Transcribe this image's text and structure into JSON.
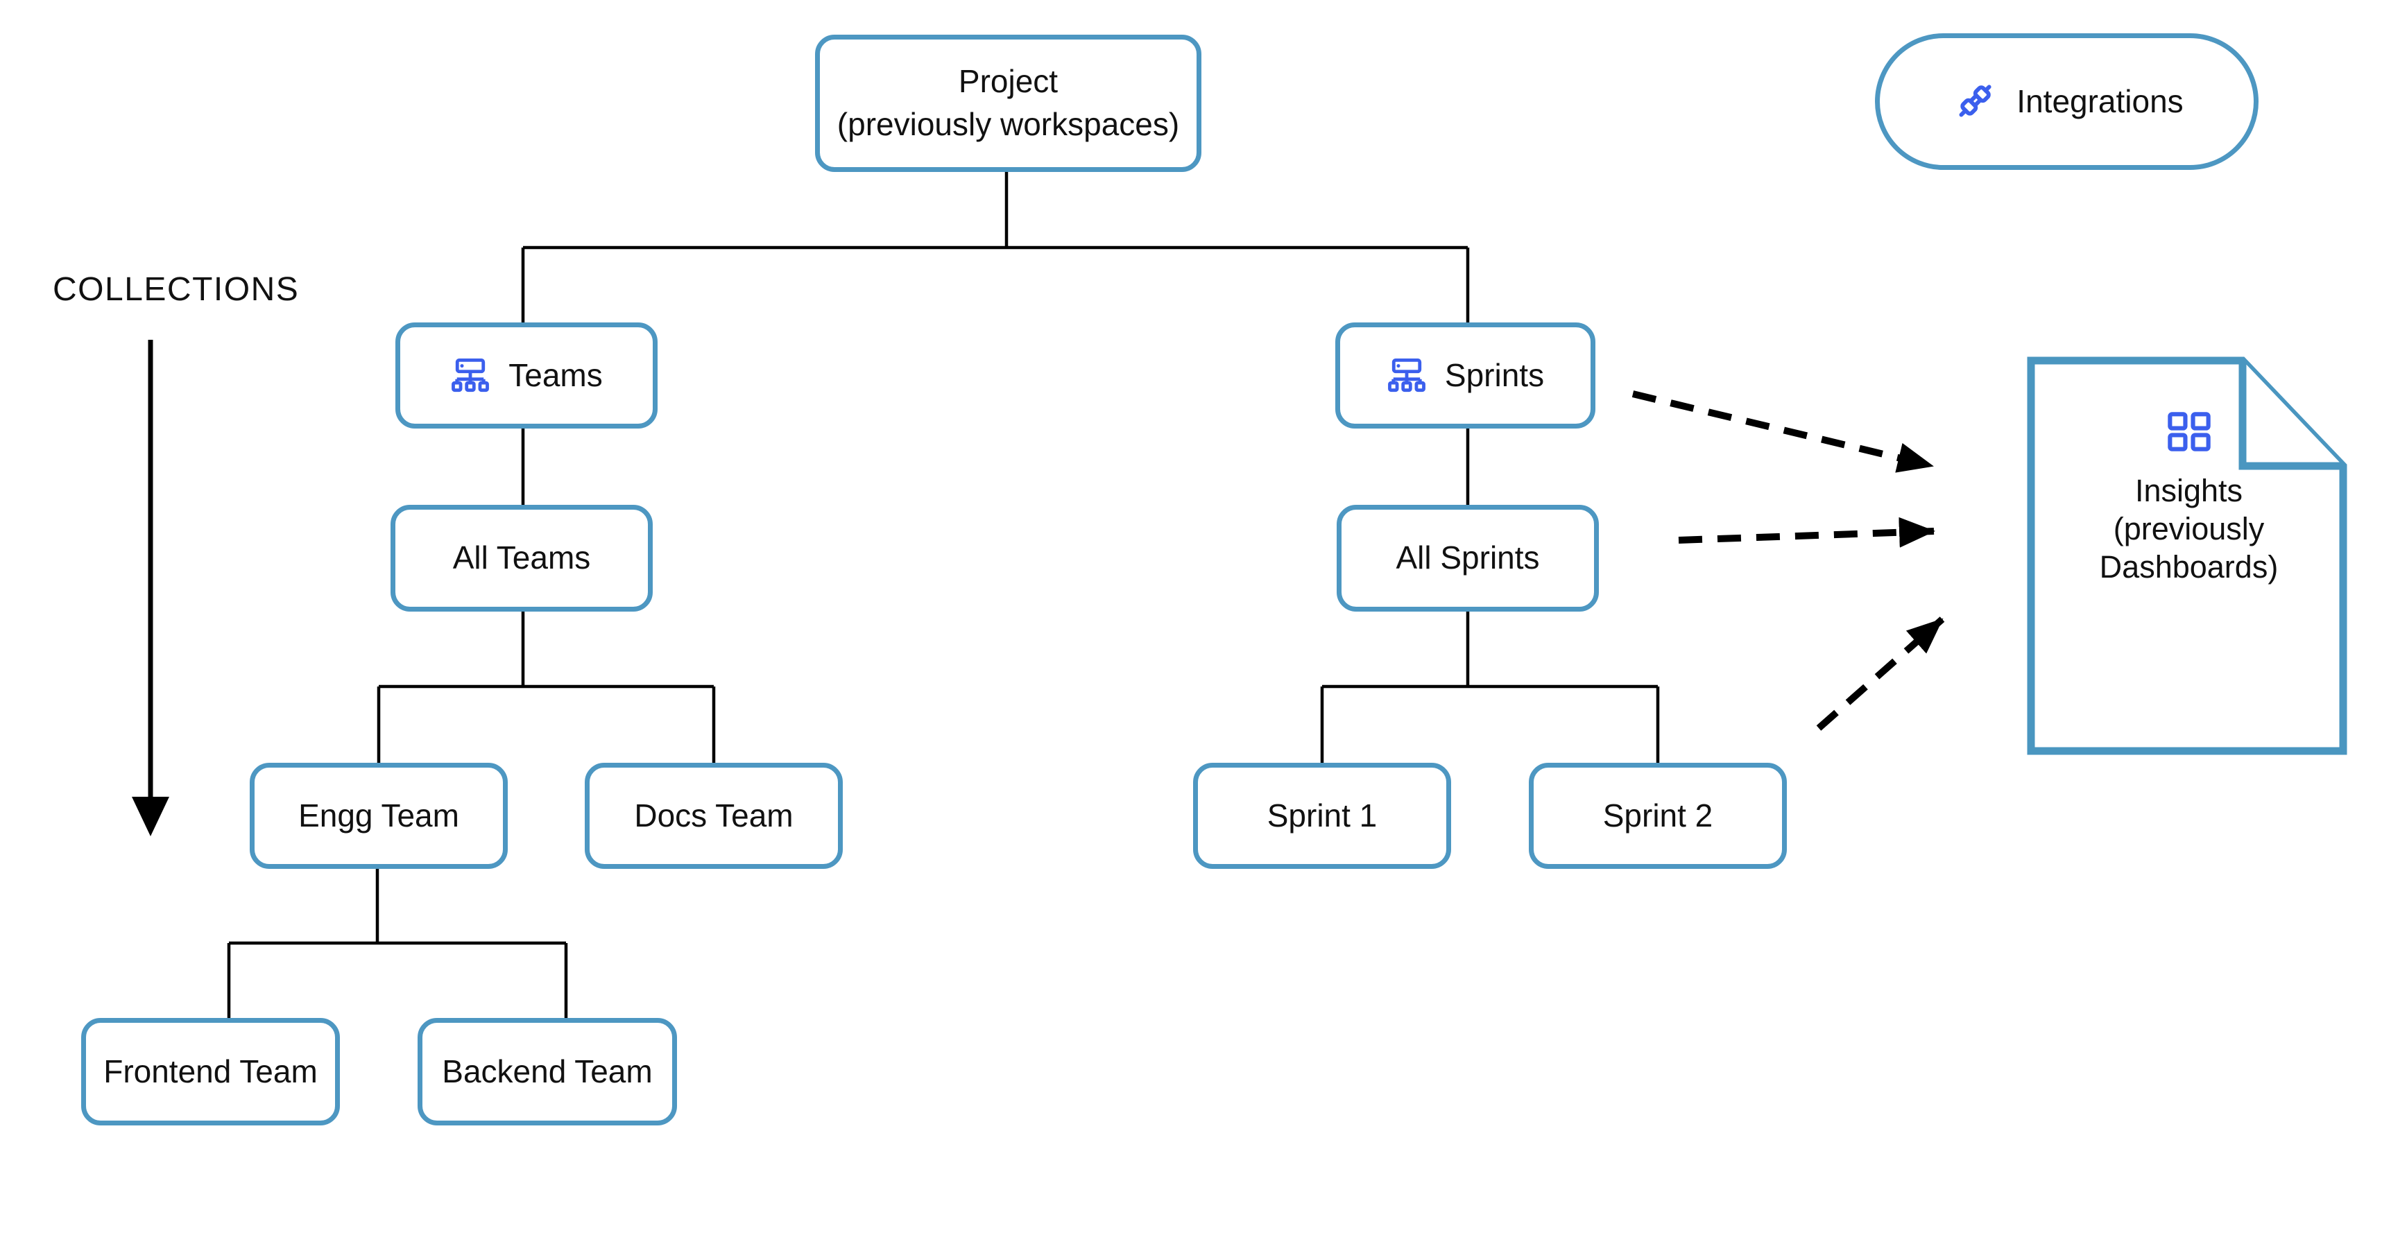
{
  "colors": {
    "box_border": "#4d97c2",
    "doc_border": "#4a96c0",
    "icon_blue": "#3b5fed",
    "connector": "#000000",
    "text": "#111111"
  },
  "collections": {
    "label": "COLLECTIONS"
  },
  "integrations": {
    "label": "Integrations",
    "icon": "integration-plug-icon"
  },
  "nodes": {
    "project": {
      "line1": "Project",
      "line2": "(previously workspaces)"
    },
    "teams": {
      "label": "Teams",
      "icon": "hierarchy-icon"
    },
    "sprints": {
      "label": "Sprints",
      "icon": "hierarchy-icon"
    },
    "all_teams": {
      "label": "All Teams"
    },
    "all_sprints": {
      "label": "All Sprints"
    },
    "engg_team": {
      "label": "Engg Team"
    },
    "docs_team": {
      "label": "Docs Team"
    },
    "sprint_1": {
      "label": "Sprint 1"
    },
    "sprint_2": {
      "label": "Sprint 2"
    },
    "frontend_team": {
      "label": "Frontend Team"
    },
    "backend_team": {
      "label": "Backend Team"
    }
  },
  "insights": {
    "line1": "Insights",
    "line2": "(previously",
    "line3": "Dashboards)",
    "icon": "dashboard-grid-icon"
  }
}
